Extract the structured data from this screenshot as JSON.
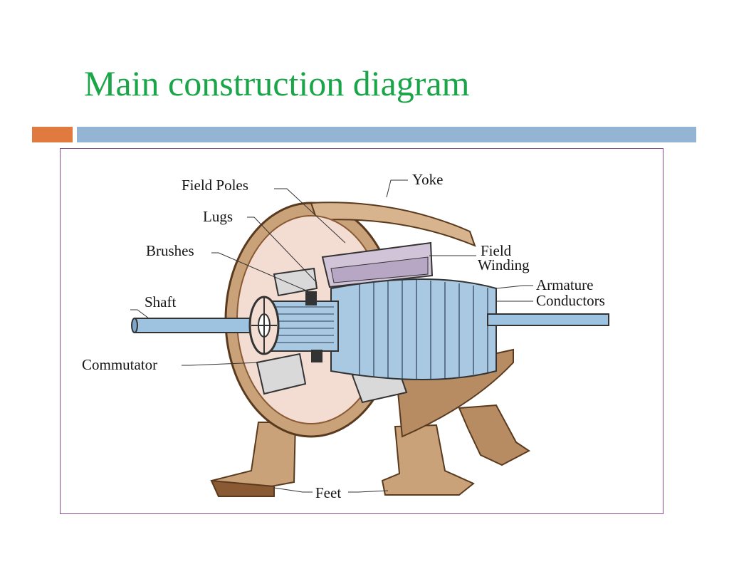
{
  "slide": {
    "title": "Main construction diagram"
  },
  "colors": {
    "title": "#1aa549",
    "accent_orange": "#e07a3e",
    "accent_blue": "#93b4d3",
    "frame_border": "#8a4a8f",
    "yoke": "#c9a27a",
    "yoke_dark": "#8a5a34",
    "pole_face": "#f3dcd2",
    "armature": "#a9c8e2",
    "shaft": "#9ec3e0"
  },
  "diagram": {
    "labels": {
      "field_poles": "Field Poles",
      "yoke": "Yoke",
      "lugs": "Lugs",
      "brushes": "Brushes",
      "field_winding_line1": "Field",
      "field_winding_line2": "Winding",
      "armature_conductors_line1": "Armature",
      "armature_conductors_line2": "Conductors",
      "shaft": "Shaft",
      "commutator": "Commutator",
      "feet": "Feet"
    }
  }
}
